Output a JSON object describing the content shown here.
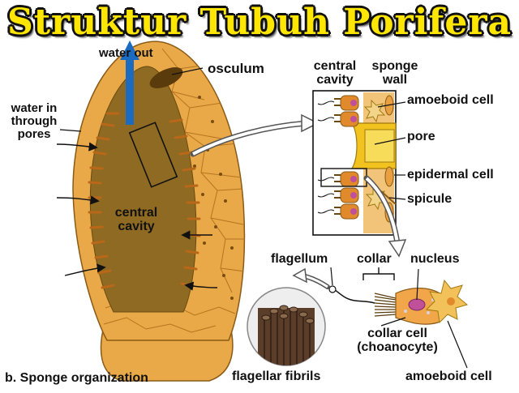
{
  "title": "Struktur Tubuh Porifera",
  "labels": {
    "water_out": "water out",
    "osculum": "osculum",
    "water_in": "water in\nthrough\npores",
    "central_cavity_body": "central\ncavity",
    "central_cavity_detail": "central\ncavity",
    "sponge_wall": "sponge\nwall",
    "amoeboid_cell_top": "amoeboid cell",
    "pore": "pore",
    "epidermal_cell": "epidermal cell",
    "spicule": "spicule",
    "flagellum": "flagellum",
    "collar": "collar",
    "nucleus": "nucleus",
    "collar_cell": "collar cell\n(choanocyte)",
    "amoeboid_cell_bottom": "amoeboid cell",
    "flagellar_fibrils": "flagellar fibrils",
    "caption": "b. Sponge organization"
  },
  "colors": {
    "body_outer": "#e9a948",
    "body_cells": "#b5741e",
    "cavity": "#8f6a22",
    "water_out_arrow": "#1b6bc0",
    "collar_cells": "#e08a2c",
    "nuclei": "#c0509a",
    "pore_fill": "#f2c21e",
    "title_fill": "#ffe600"
  }
}
